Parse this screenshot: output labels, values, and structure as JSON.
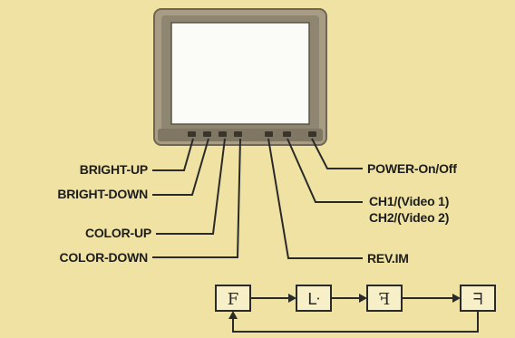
{
  "labels": {
    "bright_up": "BRIGHT-UP",
    "bright_down": "BRIGHT-DOWN",
    "color_up": "COLOR-UP",
    "color_down": "COLOR-DOWN",
    "power": "POWER-On/Off",
    "ch1": "CH1/(Video 1)",
    "ch2": "CH2/(Video 2)",
    "rev_im": "REV.IM"
  },
  "flow_glyphs": [
    "F",
    "ᒷ",
    "ꟻ",
    "ᖷ"
  ],
  "colors": {
    "background": "#efe2a2",
    "bezel": "#9a9079",
    "screen": "#fbfbf7",
    "line": "#2a2a2a"
  }
}
